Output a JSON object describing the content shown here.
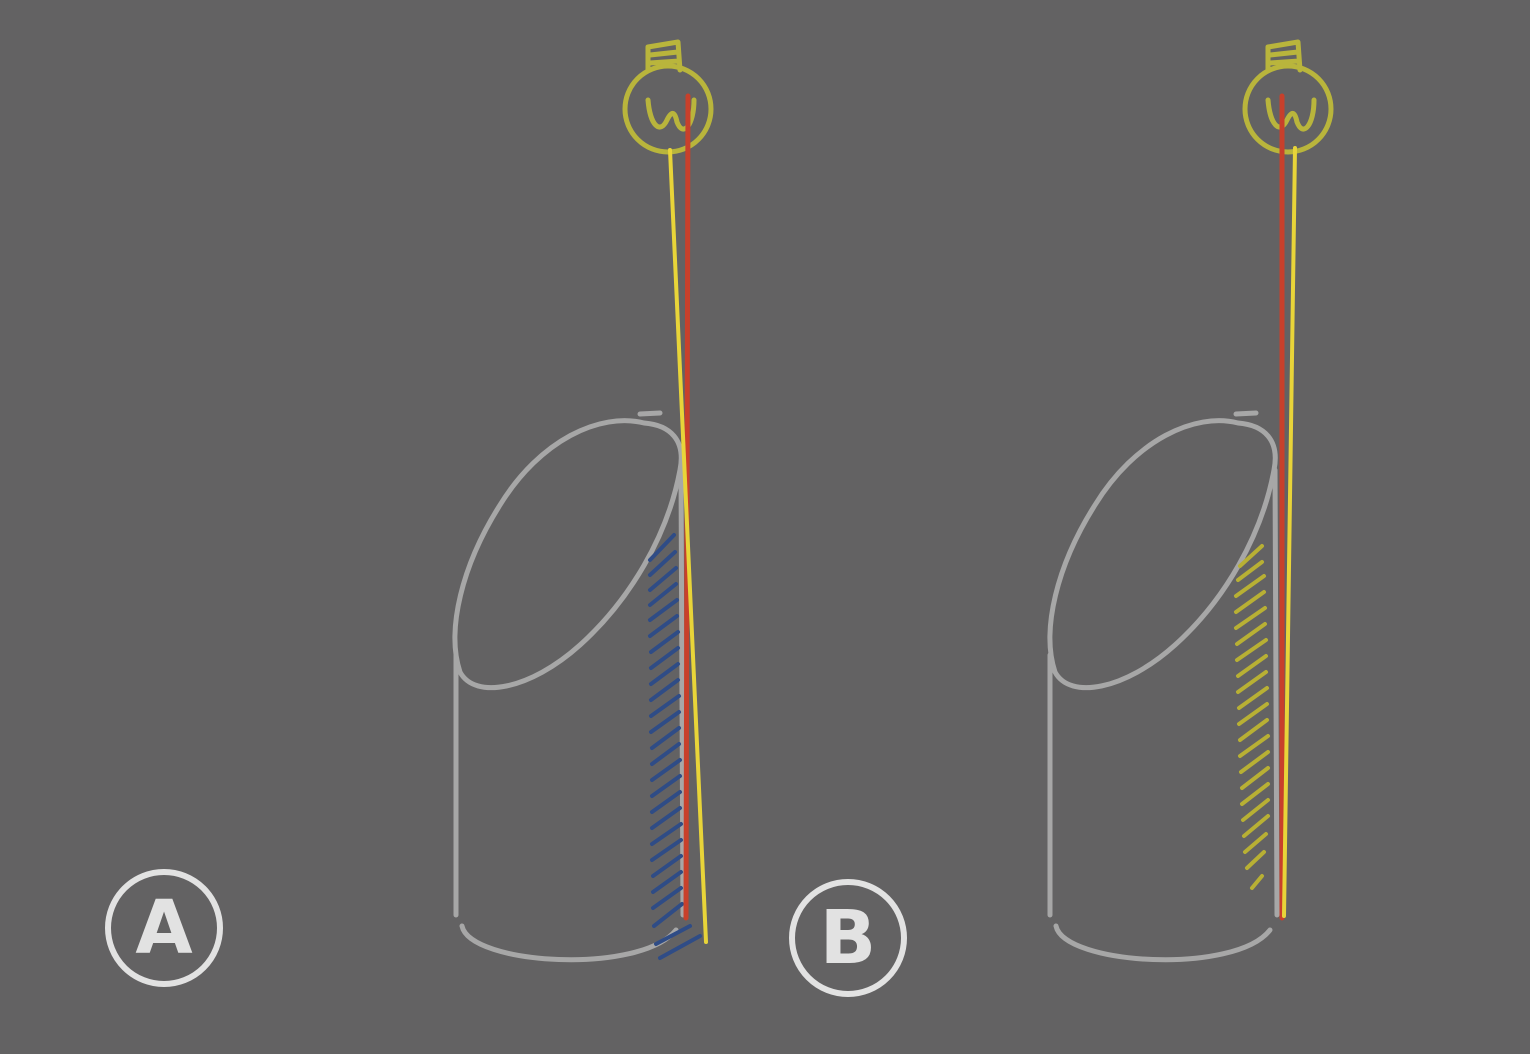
{
  "colors": {
    "background": "#636263",
    "outline": "#a7a7a7",
    "bulb": "#b9b53c",
    "ray_red": "#c8402b",
    "ray_yellow": "#e8d439",
    "hatch_blue": "#2f4c86",
    "hatch_yellow": "#b8b034",
    "label_circle": "#e2e2e2"
  },
  "panels": [
    {
      "id": "a",
      "label": "A",
      "hatch": "blue",
      "bulb_icon": "light-bulb-icon"
    },
    {
      "id": "b",
      "label": "B",
      "hatch": "yellow",
      "bulb_icon": "light-bulb-icon"
    }
  ]
}
